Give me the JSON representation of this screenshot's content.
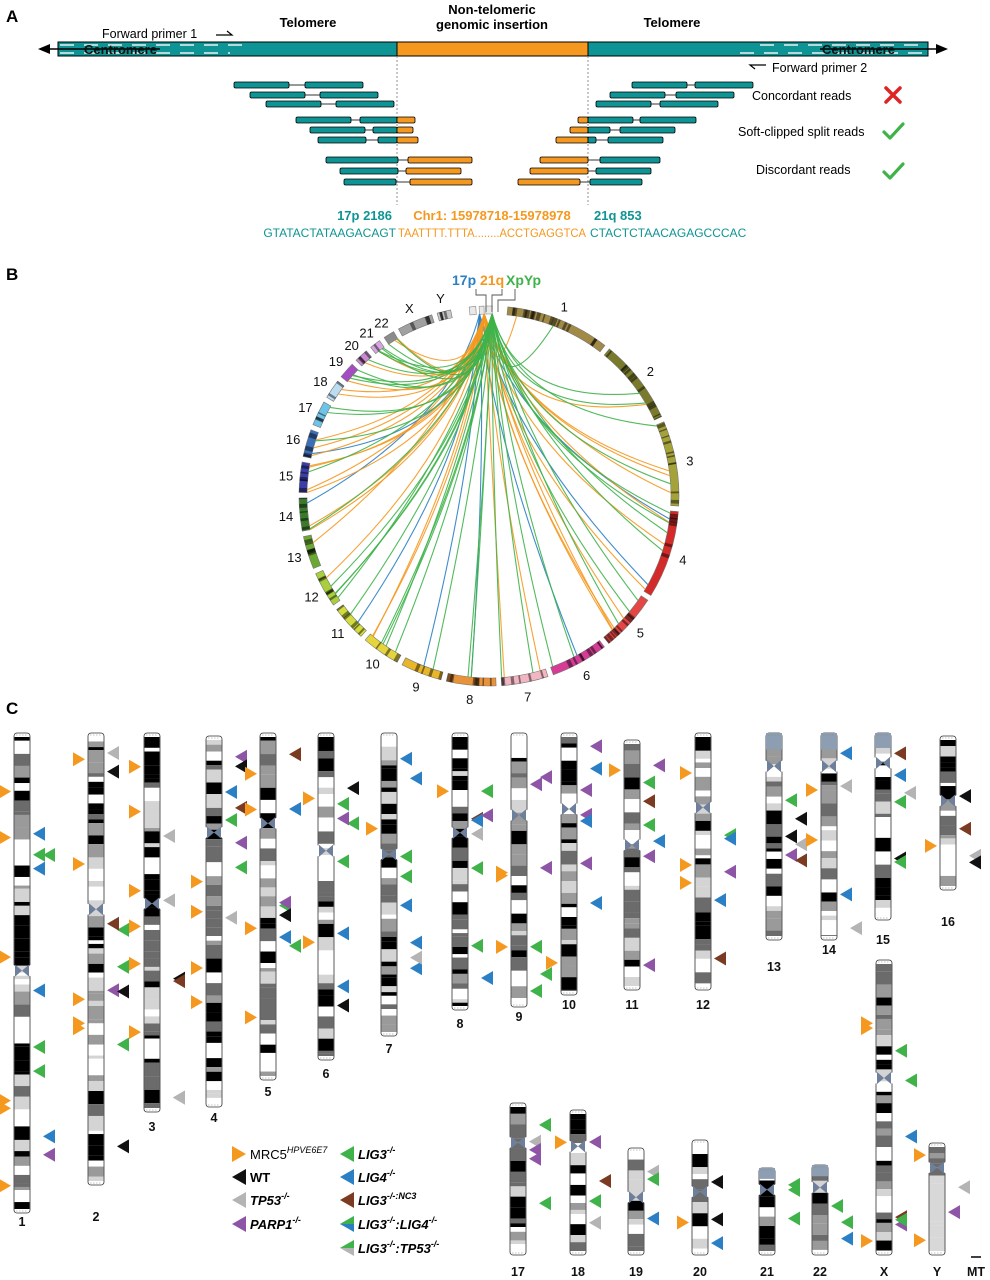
{
  "panels": {
    "a": "A",
    "b": "B",
    "c": "C"
  },
  "colors": {
    "teal": "#0e9494",
    "orange": "#f5981f",
    "blue": "#2b7fc4",
    "green": "#3fb24a",
    "purple": "#8e55a6",
    "brown": "#7b3a22",
    "grey": "#b4b4b4",
    "black": "#111111"
  },
  "panelA": {
    "telomere_left": "Telomere",
    "telomere_right": "Telomere",
    "insertion_line1": "Non-telomeric",
    "insertion_line2": "genomic insertion",
    "centromere_left": "Centromere",
    "centromere_right": "Centromere",
    "primer1": "Forward primer 1",
    "primer2": "Forward primer 2",
    "legend": {
      "concordant": "Concordant reads",
      "softclipped": "Soft-clipped split reads",
      "discordant": "Discordant reads"
    },
    "coord_left": "17p 2186",
    "coord_mid": "Chr1: 15978718-15978978",
    "coord_right": "21q 853",
    "seq_left": "GTATACTATAAGACAGT",
    "seq_mid": "TAATTTT.TTTA........ACCTGAGGTCA",
    "seq_right": "CTACTCTAACAGAGCCCAC"
  },
  "panelB": {
    "origins": {
      "p17": "17p",
      "q21": "21q",
      "xpyp": "XpYp"
    },
    "chromosomes": [
      "1",
      "2",
      "3",
      "4",
      "5",
      "6",
      "7",
      "8",
      "9",
      "10",
      "11",
      "12",
      "13",
      "14",
      "15",
      "16",
      "17",
      "18",
      "19",
      "20",
      "21",
      "22",
      "X",
      "Y"
    ],
    "chrom_colors": [
      "#a08a45",
      "#7a7a2c",
      "#a5a23a",
      "#d42a2a",
      "#e64545",
      "#d63c96",
      "#f2b6c2",
      "#e8933a",
      "#e8b62a",
      "#e6d43c",
      "#d2dc3c",
      "#a9cf3c",
      "#6aa832",
      "#3a7a2a",
      "#3b3ea8",
      "#3b6fb8",
      "#6ec3e8",
      "#bcdcf0",
      "#a54bc4",
      "#c98ad2",
      "#d6a6e0",
      "#8c8c8c",
      "#a0a0a0",
      "#c8c8c8"
    ]
  },
  "panelC": {
    "labels": [
      "1",
      "2",
      "3",
      "4",
      "5",
      "6",
      "7",
      "8",
      "9",
      "10",
      "11",
      "12",
      "13",
      "14",
      "15",
      "16",
      "17",
      "18",
      "19",
      "20",
      "21",
      "22",
      "X",
      "Y",
      "MT"
    ],
    "legend": {
      "mrc5": "MRC5",
      "mrc5_sup": "HPVE6E7",
      "wt": "WT",
      "tp53": "TP53",
      "tp53_sup": "-/-",
      "parp1": "PARP1",
      "parp1_sup": "-/-",
      "lig3": "LIG3",
      "lig3_sup": "-/-",
      "lig4": "LIG4",
      "lig4_sup": "-/-",
      "lig3nc3": "LIG3",
      "lig3nc3_sup": "-/-:NC3",
      "lig3lig4_a": "LIG3",
      "lig3lig4_sup1": "-/-",
      "lig3lig4_b": ":LIG4",
      "lig3lig4_sup2": "-/-",
      "lig3tp53_a": "LIG3",
      "lig3tp53_sup1": "-/-",
      "lig3tp53_b": ":TP53",
      "lig3tp53_sup2": "-/-"
    }
  }
}
